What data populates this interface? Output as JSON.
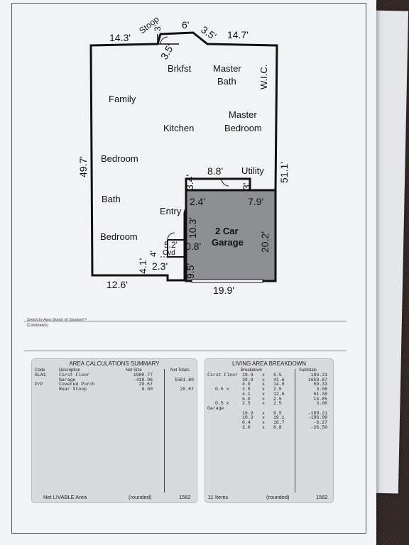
{
  "sketch": {
    "rooms": {
      "breakfast": "Brkfst",
      "master_bath_1": "Master",
      "master_bath_2": "Bath",
      "wic": "W.I.C.",
      "family": "Family",
      "master_bed_1": "Master",
      "master_bed_2": "Bedroom",
      "kitchen": "Kitchen",
      "bedroom1": "Bedroom",
      "bath": "Bath",
      "entry": "Entry",
      "bedroom2": "Bedroom",
      "utility": "Utility",
      "garage_1": "2 Car",
      "garage_2": "Garage",
      "stoop": "Stoop",
      "cvd": "Cvd"
    },
    "dims": {
      "top_left": "14.3'",
      "top_stoop": "3'",
      "stoop_side": "3.5'",
      "top_6": "6'",
      "diag_right": "3.5'",
      "top_right": "14.7'",
      "left": "49.7'",
      "right": "51.1'",
      "util_left": "3.4'",
      "util_top": "8.8'",
      "util_right": "3'",
      "garage_top_left": "2.4'",
      "garage_top_right": "7.9'",
      "garage_left_mid": "10.3'",
      "garage_right": "20.2'",
      "porch_top": "5.2'",
      "porch_right": "0.8'",
      "porch_left": "4'",
      "notch_left": "4.1'",
      "porch_bottom": "2.3'",
      "garage_left_bottom": "9.5'",
      "bottom_left": "12.6'",
      "bottom_garage": "19.9'"
    }
  },
  "credit": "Sketch by Apex Sketch v6 Standard™",
  "comments_label": "Comments:",
  "area_summary": {
    "title": "AREA CALCULATIONS SUMMARY",
    "headers": {
      "code": "Code",
      "description": "Description",
      "net_size": "Net Size",
      "net_totals": "Net Totals"
    },
    "rows": [
      {
        "code": "GLA1",
        "description": "First Floor",
        "net_size": "1980.77",
        "net_total": ""
      },
      {
        "code": "",
        "description": "Garage",
        "net_size": "-418.96",
        "net_total": "1561.80"
      },
      {
        "code": "P/P",
        "description": "Covered Porch",
        "net_size": "20.67",
        "net_total": ""
      },
      {
        "code": "",
        "description": "Rear Stoop",
        "net_size": "9.00",
        "net_total": "29.67"
      }
    ],
    "footer": {
      "label": "Net LIVABLE Area",
      "rounded": "(rounded)",
      "value": "1562"
    }
  },
  "living_breakdown": {
    "title": "LIVING AREA BREAKDOWN",
    "headers": {
      "breakdown": "Breakdown",
      "subtotals": "Subtotals"
    },
    "sections": [
      {
        "label": "First Floor",
        "rows": [
          {
            "mult": "",
            "a": "19.9",
            "b": "9.5",
            "subtotal": "189.21"
          },
          {
            "mult": "",
            "a": "39.9",
            "b": "41.6",
            "subtotal": "1659.87"
          },
          {
            "mult": "",
            "a": "4.0",
            "b": "14.8",
            "subtotal": "59.33"
          },
          {
            "mult": "0.5 x",
            "a": "2.5",
            "b": "2.5",
            "subtotal": "3.06"
          },
          {
            "mult": "",
            "a": "4.1",
            "b": "12.6",
            "subtotal": "51.38"
          },
          {
            "mult": "",
            "a": "6.0",
            "b": "2.5",
            "subtotal": "14.85"
          },
          {
            "mult": "0.5 x",
            "a": "2.5",
            "b": "2.5",
            "subtotal": "3.06"
          }
        ]
      },
      {
        "label": "Garage",
        "rows": [
          {
            "mult": "",
            "a": "19.9",
            "b": "9.5",
            "subtotal": "-189.21"
          },
          {
            "mult": "",
            "a": "10.3",
            "b": "19.1",
            "subtotal": "-196.99"
          },
          {
            "mult": "",
            "a": "0.4",
            "b": "16.7",
            "subtotal": "-6.27"
          },
          {
            "mult": "",
            "a": "3.0",
            "b": "8.8",
            "subtotal": "-26.50"
          }
        ]
      }
    ],
    "footer": {
      "items": "11 Items",
      "rounded": "(rounded)",
      "value": "1562"
    }
  }
}
